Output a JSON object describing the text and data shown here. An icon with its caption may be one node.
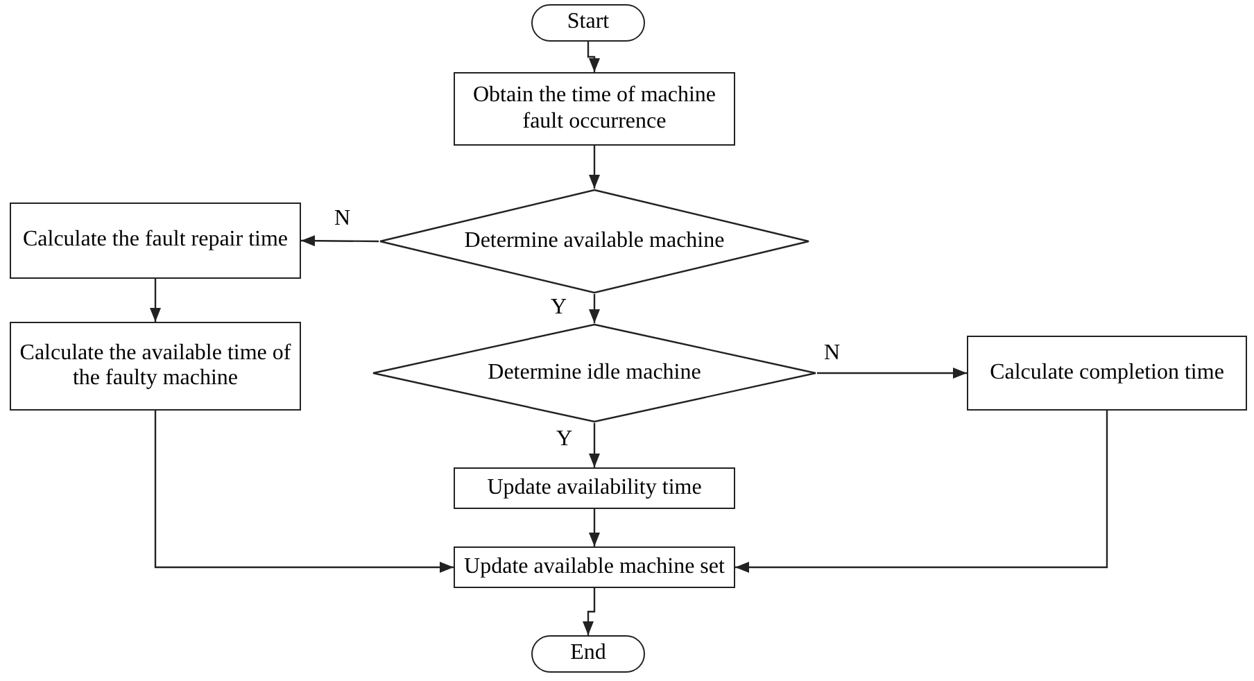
{
  "diagram": {
    "nodes": [
      {
        "text": [
          "Start"
        ]
      },
      {
        "text": [
          "Obtain the time of machine fault occurrence"
        ]
      },
      {
        "text": [
          "Determine available machine"
        ]
      },
      {
        "text": [
          "Calculate the fault repair time"
        ]
      },
      {
        "text": [
          "Calculate the available time of the faulty machine"
        ]
      },
      {
        "text": [
          "Determine idle machine"
        ]
      },
      {
        "text": [
          "Calculate completion time"
        ]
      },
      {
        "text": [
          "Update availability time"
        ]
      },
      {
        "text": [
          "Update available machine set"
        ]
      },
      {
        "text": [
          "End"
        ]
      }
    ],
    "edges": [
      {
        "from": 0,
        "to": 1,
        "arrow": "to"
      },
      {
        "from": 1,
        "to": 2,
        "arrow": "to"
      },
      {
        "from": 2,
        "to": 3,
        "arrow": "to",
        "label": "N"
      },
      {
        "from": 2,
        "to": 5,
        "arrow": "to",
        "label": "Y"
      },
      {
        "from": 3,
        "to": 4,
        "arrow": "to"
      },
      {
        "from": 5,
        "to": 6,
        "arrow": "to",
        "label": "N"
      },
      {
        "from": 5,
        "to": 7,
        "arrow": "to",
        "label": "Y"
      },
      {
        "from": 7,
        "to": 8,
        "arrow": "to"
      },
      {
        "from": 4,
        "to": 8,
        "arrow": "to"
      },
      {
        "from": 6,
        "to": 8,
        "arrow": "to"
      },
      {
        "from": 8,
        "to": 9,
        "arrow": "to"
      }
    ]
  }
}
